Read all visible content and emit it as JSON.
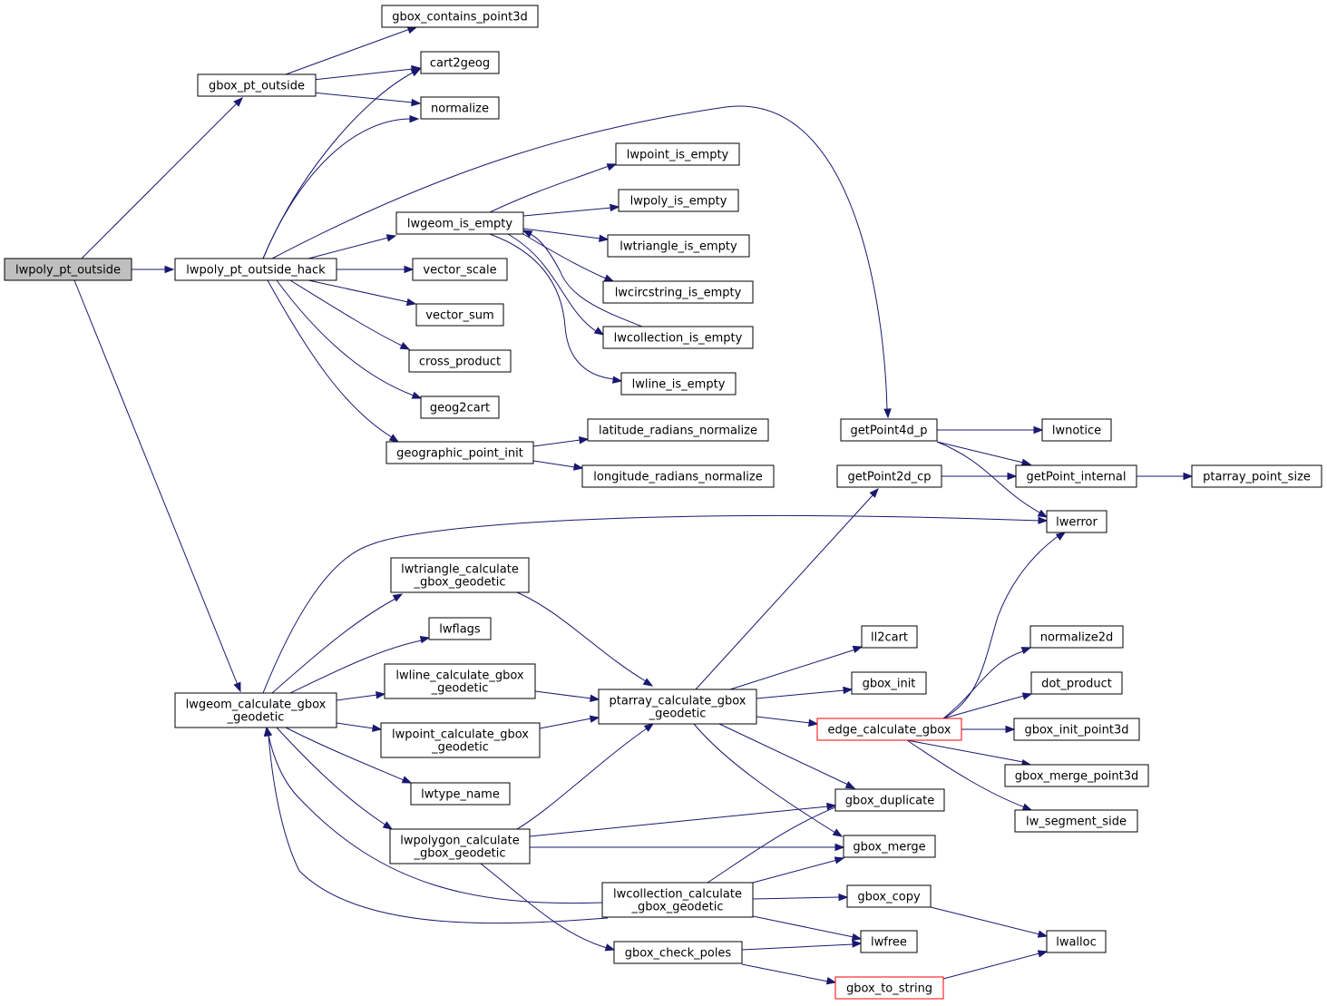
{
  "colors": {
    "edge": "#191970",
    "root_fill": "#bfbfbf",
    "highlight_border": "#ff0000",
    "node_border": "#000000"
  },
  "nodes": {
    "lwpoly_pt_outside": [
      "lwpoly_pt_outside"
    ],
    "gbox_pt_outside": [
      "gbox_pt_outside"
    ],
    "lwpoly_pt_outside_hack": [
      "lwpoly_pt_outside_hack"
    ],
    "lwgeom_calculate_gbox_geodetic": [
      "lwgeom_calculate_gbox",
      "_geodetic"
    ],
    "gbox_contains_point3d": [
      "gbox_contains_point3d"
    ],
    "cart2geog": [
      "cart2geog"
    ],
    "normalize": [
      "normalize"
    ],
    "lwgeom_is_empty": [
      "lwgeom_is_empty"
    ],
    "vector_scale": [
      "vector_scale"
    ],
    "vector_sum": [
      "vector_sum"
    ],
    "cross_product": [
      "cross_product"
    ],
    "geog2cart": [
      "geog2cart"
    ],
    "geographic_point_init": [
      "geographic_point_init"
    ],
    "lwpoint_is_empty": [
      "lwpoint_is_empty"
    ],
    "lwpoly_is_empty": [
      "lwpoly_is_empty"
    ],
    "lwtriangle_is_empty": [
      "lwtriangle_is_empty"
    ],
    "lwcircstring_is_empty": [
      "lwcircstring_is_empty"
    ],
    "lwcollection_is_empty": [
      "lwcollection_is_empty"
    ],
    "lwline_is_empty": [
      "lwline_is_empty"
    ],
    "latitude_radians_normalize": [
      "latitude_radians_normalize"
    ],
    "longitude_radians_normalize": [
      "longitude_radians_normalize"
    ],
    "getPoint4d_p": [
      "getPoint4d_p"
    ],
    "lwnotice": [
      "lwnotice"
    ],
    "getPoint2d_cp": [
      "getPoint2d_cp"
    ],
    "getPoint_internal": [
      "getPoint_internal"
    ],
    "ptarray_point_size": [
      "ptarray_point_size"
    ],
    "lwerror": [
      "lwerror"
    ],
    "lwtriangle_calculate_gbox_geodetic": [
      "lwtriangle_calculate",
      "_gbox_geodetic"
    ],
    "lwflags": [
      "lwflags"
    ],
    "lwline_calculate_gbox_geodetic": [
      "lwline_calculate_gbox",
      "_geodetic"
    ],
    "lwpoint_calculate_gbox_geodetic": [
      "lwpoint_calculate_gbox",
      "_geodetic"
    ],
    "lwtype_name": [
      "lwtype_name"
    ],
    "lwpolygon_calculate_gbox_geodetic": [
      "lwpolygon_calculate",
      "_gbox_geodetic"
    ],
    "lwcollection_calculate_gbox_geodetic": [
      "lwcollection_calculate",
      "_gbox_geodetic"
    ],
    "ptarray_calculate_gbox_geodetic": [
      "ptarray_calculate_gbox",
      "_geodetic"
    ],
    "ll2cart": [
      "ll2cart"
    ],
    "gbox_init": [
      "gbox_init"
    ],
    "edge_calculate_gbox": [
      "edge_calculate_gbox"
    ],
    "gbox_duplicate": [
      "gbox_duplicate"
    ],
    "gbox_merge": [
      "gbox_merge"
    ],
    "gbox_copy": [
      "gbox_copy"
    ],
    "lwfree": [
      "lwfree"
    ],
    "gbox_check_poles": [
      "gbox_check_poles"
    ],
    "gbox_to_string": [
      "gbox_to_string"
    ],
    "normalize2d": [
      "normalize2d"
    ],
    "dot_product": [
      "dot_product"
    ],
    "gbox_init_point3d": [
      "gbox_init_point3d"
    ],
    "gbox_merge_point3d": [
      "gbox_merge_point3d"
    ],
    "lw_segment_side": [
      "lw_segment_side"
    ],
    "lwalloc": [
      "lwalloc"
    ]
  }
}
